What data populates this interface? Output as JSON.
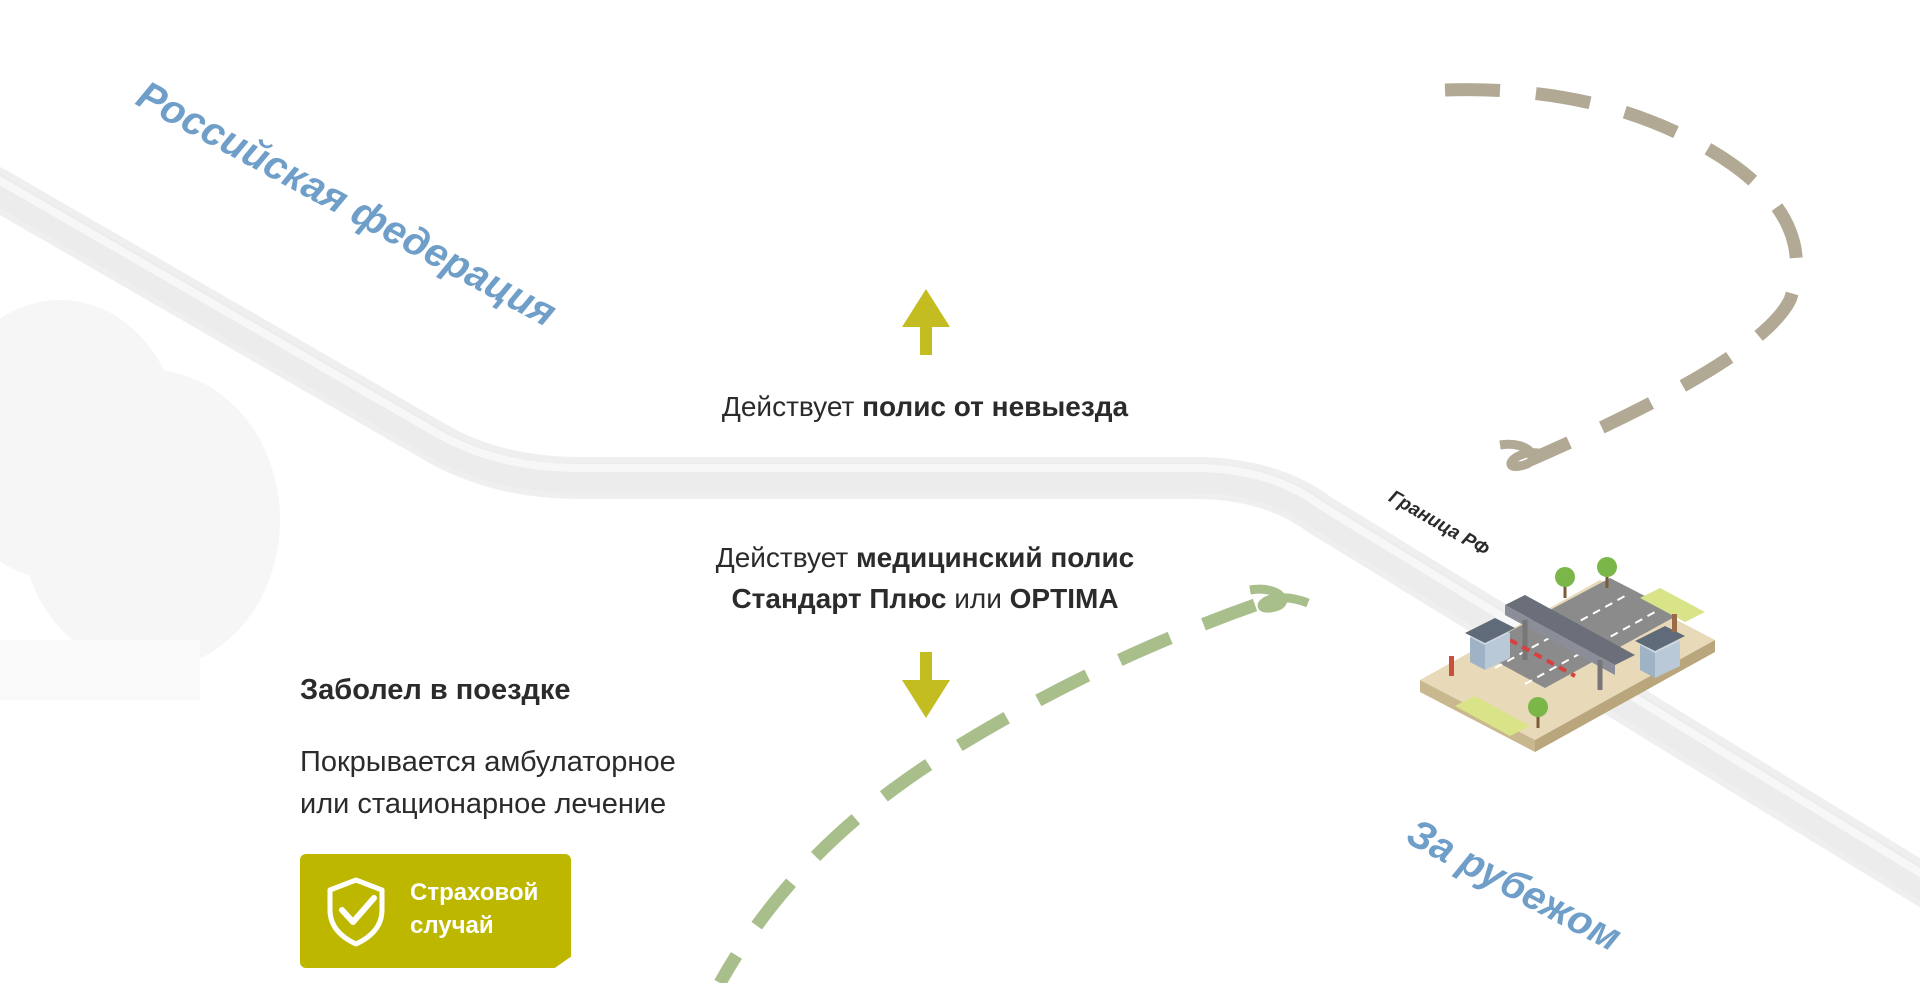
{
  "regions": {
    "russia": "Российская федерация",
    "abroad": "За рубежом",
    "border": "Граница РФ"
  },
  "captions": {
    "top_prefix": "Действует",
    "top_bold": "полис от невыезда",
    "bottom_prefix": "Действует",
    "bottom_bold_1": "медицинский полис",
    "bottom_bold_2": "Стандарт Плюс",
    "bottom_mid": "или",
    "bottom_bold_3": "OPTIMA"
  },
  "case": {
    "title": "Заболел в поездке",
    "line1": "Покрывается амбулаторное",
    "line2": "или стационарное лечение"
  },
  "button": {
    "line1": "Страховой",
    "line2": "случай"
  },
  "colors": {
    "road": "#ededed",
    "region_label": "#6f9fc9",
    "arrow": "#c3bd22",
    "dash_grey": "#b1a993",
    "dash_green": "#a8bf8c",
    "button": "#bdb700"
  },
  "icons": {
    "arrow_up": "arrow-up-icon",
    "arrow_down": "arrow-down-icon",
    "shield": "shield-check-icon",
    "checkpoint": "border-checkpoint-illustration"
  }
}
